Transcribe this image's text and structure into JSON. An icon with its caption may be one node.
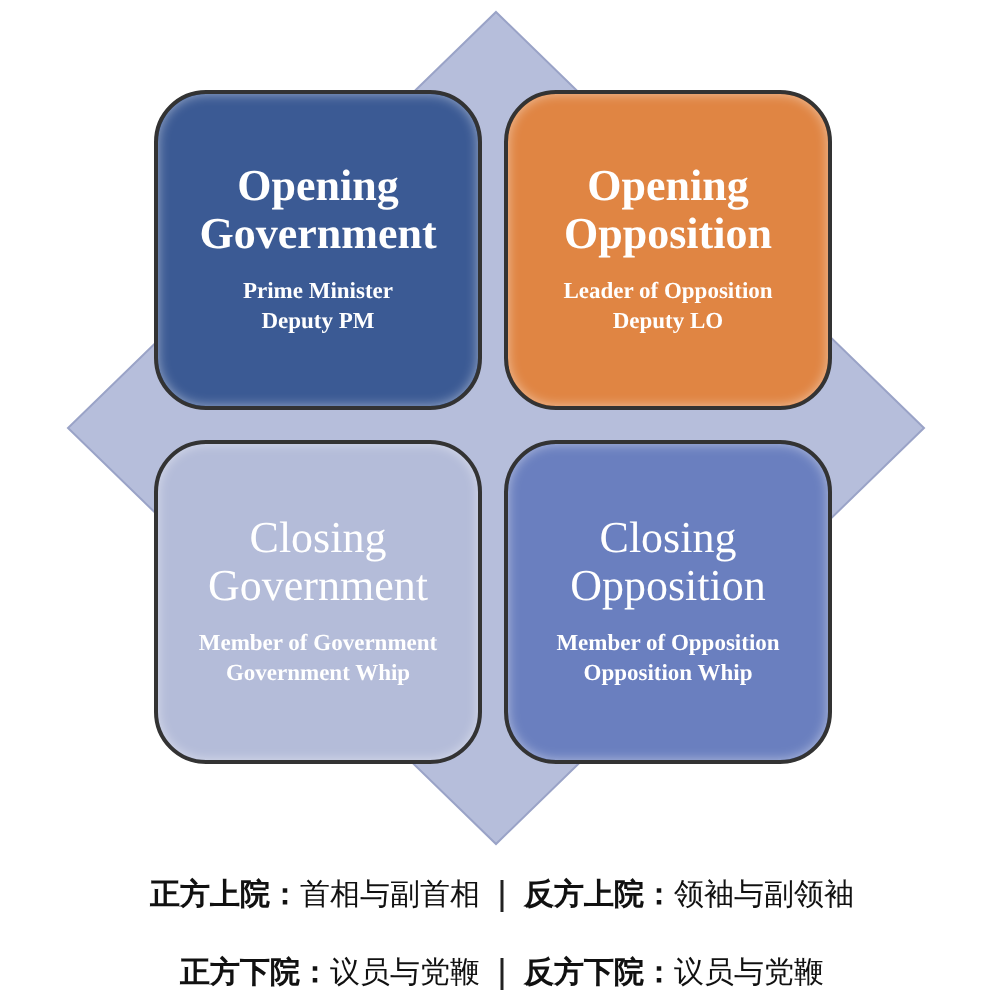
{
  "diagram": {
    "nodes": [
      {
        "text": [
          "Opening Government",
          "Prime Minister",
          "Deputy PM"
        ]
      },
      {
        "text": [
          "Opening Opposition",
          "Leader of Opposition",
          "Deputy LO"
        ]
      },
      {
        "text": [
          "Closing Government",
          "Member of Government",
          "Government Whip"
        ]
      },
      {
        "text": [
          "Closing Opposition",
          "Member of Opposition",
          "Opposition Whip"
        ]
      }
    ],
    "labels": [
      "**正方上院：**首相与副首相",
      "**反方上院：**领袖与副领袖",
      "**正方下院：**议员与党鞭",
      "**反方下院：**议员与党鞭"
    ]
  }
}
